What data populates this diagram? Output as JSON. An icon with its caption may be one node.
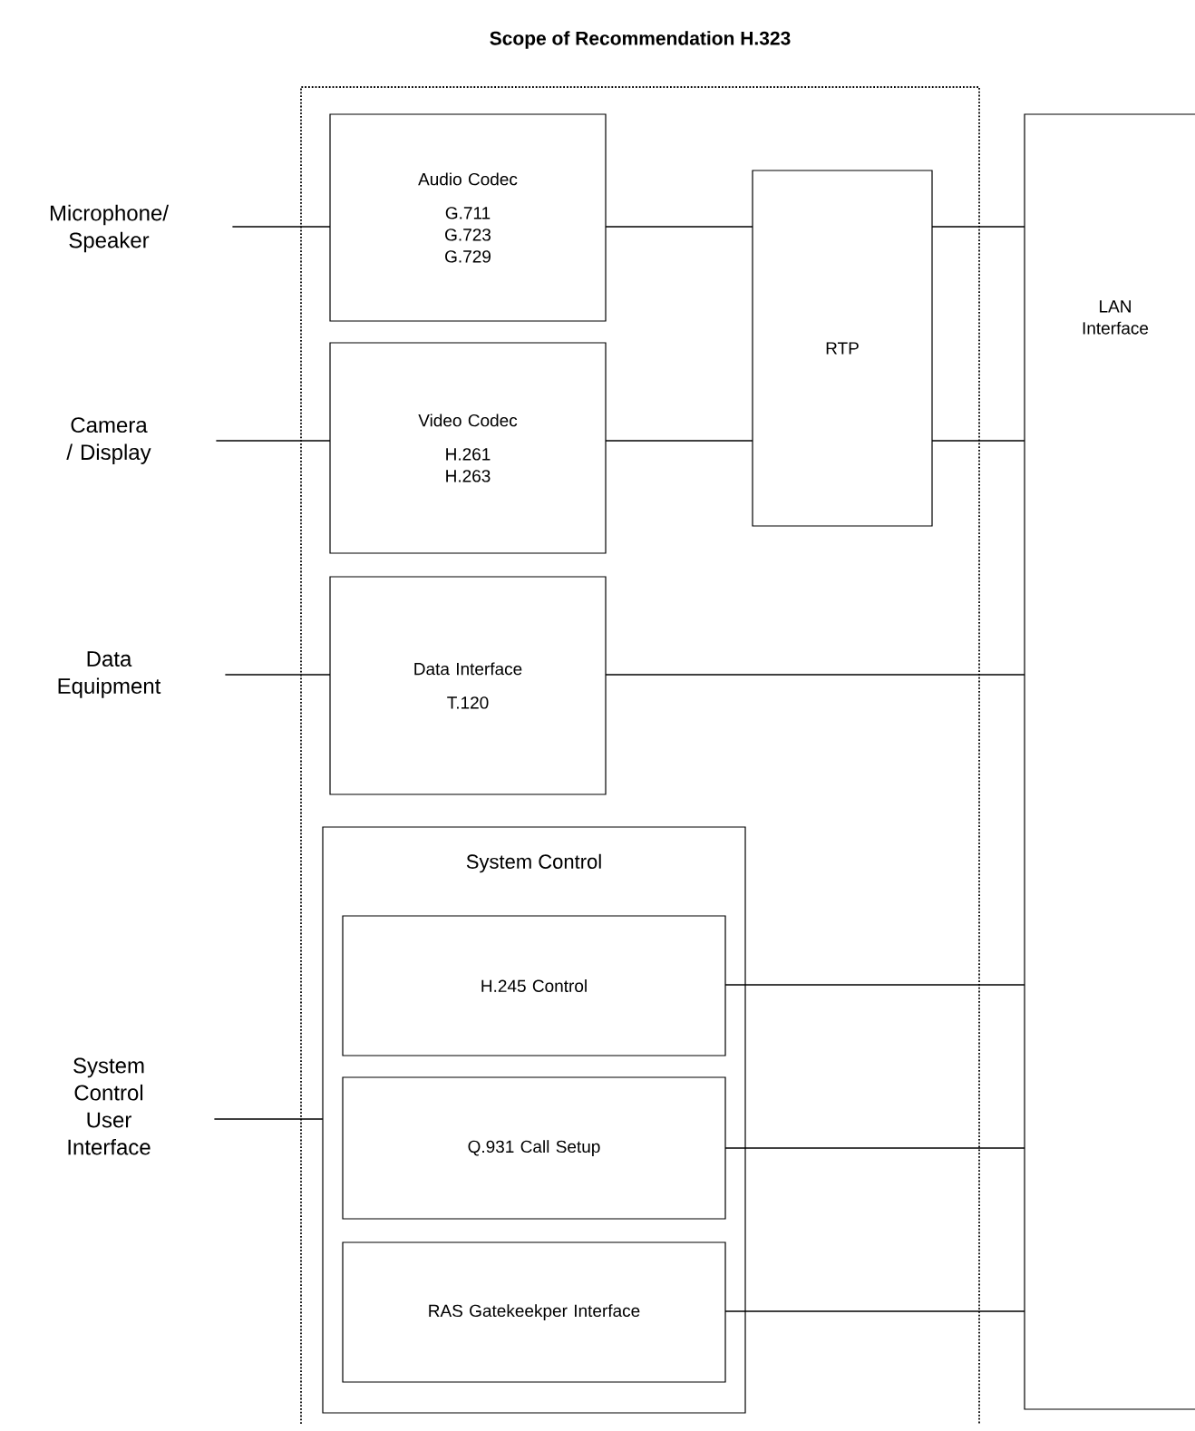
{
  "diagram": {
    "nodes": [
      {
        "text": [
          "Scope of Recommendation H.323"
        ]
      },
      {
        "text": [
          "Microphone/ Speaker"
        ]
      },
      {
        "text": [
          "Audio Codec",
          "G.711 G.723 G.729"
        ],
        "in": 0
      },
      {
        "text": [
          "RTP"
        ],
        "in": 0
      },
      {
        "text": [
          "Camera / Display"
        ]
      },
      {
        "text": [
          "Video Codec",
          "H.261 H.263"
        ],
        "in": 0
      },
      {
        "text": [
          "Data Equipment"
        ]
      },
      {
        "text": [
          "Data Interface",
          "T.120"
        ],
        "in": 0
      },
      {
        "text": [
          "System Control"
        ],
        "in": 0
      },
      {
        "text": [
          "H.245 Control"
        ],
        "in": 8
      },
      {
        "text": [
          "Q.931 Call Setup"
        ],
        "in": 8
      },
      {
        "text": [
          "RAS Gatekeekper Interface"
        ],
        "in": 8
      },
      {
        "text": [
          "System Control User Interface"
        ]
      },
      {
        "text": [
          "LAN Interface"
        ]
      }
    ],
    "edges": [
      {
        "from": 1,
        "to": 2,
        "arrow": "none"
      },
      {
        "from": 2,
        "to": 3,
        "arrow": "none"
      },
      {
        "from": 3,
        "to": 13,
        "arrow": "none"
      },
      {
        "from": 4,
        "to": 5,
        "arrow": "none"
      },
      {
        "from": 5,
        "to": 3,
        "arrow": "none"
      },
      {
        "from": 3,
        "to": 13,
        "arrow": "none"
      },
      {
        "from": 6,
        "to": 7,
        "arrow": "none"
      },
      {
        "from": 7,
        "to": 13,
        "arrow": "none"
      },
      {
        "from": 12,
        "to": 8,
        "arrow": "none"
      },
      {
        "from": 9,
        "to": 13,
        "arrow": "none"
      },
      {
        "from": 10,
        "to": 13,
        "arrow": "none"
      },
      {
        "from": 11,
        "to": 13,
        "arrow": "none"
      }
    ]
  }
}
